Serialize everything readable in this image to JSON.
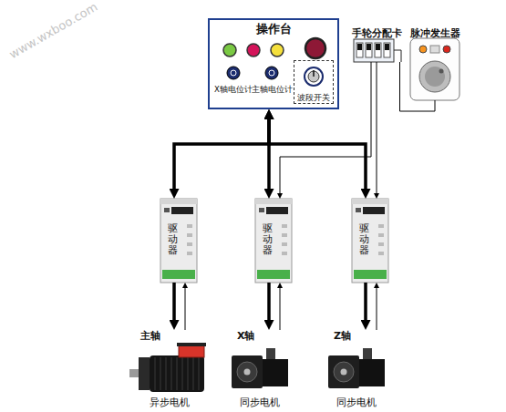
{
  "diagram": {
    "nodes": [
      {
        "text": [
          "操作台"
        ]
      },
      {
        "text": [
          "波段开关"
        ],
        "in": 0
      },
      {
        "text": [
          "手轮分配卡"
        ]
      },
      {
        "text": [
          "脉冲发生器"
        ]
      },
      {
        "text": [
          "驱动器"
        ]
      },
      {
        "text": [
          "驱动器"
        ]
      },
      {
        "text": [
          "驱动器"
        ]
      },
      {
        "text": [
          "主轴",
          "异步电机"
        ]
      },
      {
        "text": [
          "X轴",
          "同步电机"
        ]
      },
      {
        "text": [
          "Z轴",
          "同步电机"
        ]
      }
    ],
    "edges": [
      {
        "from": 0,
        "to": 4,
        "arrow": "both"
      },
      {
        "from": 0,
        "to": 5,
        "arrow": "both"
      },
      {
        "from": 0,
        "to": 6,
        "arrow": "both"
      },
      {
        "from": 2,
        "to": 5,
        "arrow": "to"
      },
      {
        "from": 2,
        "to": 6,
        "arrow": "to"
      },
      {
        "from": 2,
        "to": 3,
        "arrow": "none"
      },
      {
        "from": 4,
        "to": 7,
        "arrow": "to"
      },
      {
        "from": 7,
        "to": 4,
        "arrow": "to"
      },
      {
        "from": 5,
        "to": 8,
        "arrow": "to"
      },
      {
        "from": 8,
        "to": 5,
        "arrow": "to"
      },
      {
        "from": 6,
        "to": 9,
        "arrow": "to"
      },
      {
        "from": 9,
        "to": 6,
        "arrow": "to"
      }
    ],
    "labels": [
      "X轴电位计",
      "主轴电位计",
      "www.wxboo.com"
    ]
  }
}
